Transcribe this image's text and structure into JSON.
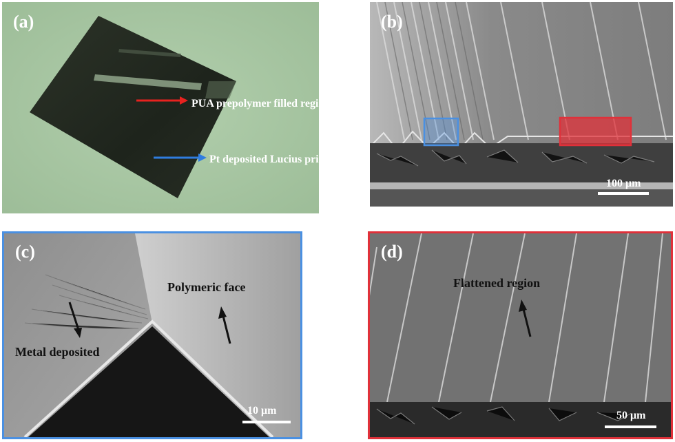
{
  "panels": {
    "a": {
      "label": "(a)",
      "annotation_red": "PUA prepolymer filled region",
      "annotation_blue": "Pt deposited Lucius prism",
      "arrow_red_color": "#e8221f",
      "arrow_blue_color": "#2f7de0"
    },
    "b": {
      "label": "(b)",
      "scale_text": "100 μm",
      "blue_box_color": "#4a90e2",
      "red_box_color": "#e0313a"
    },
    "c": {
      "label": "(c)",
      "annotation_metal": "Metal deposited",
      "annotation_polymer": "Polymeric face",
      "scale_text": "10 μm",
      "border_color": "#4a90e2"
    },
    "d": {
      "label": "(d)",
      "annotation_flat": "Flattened region",
      "scale_text": "50 μm",
      "border_color": "#e0313a"
    }
  }
}
